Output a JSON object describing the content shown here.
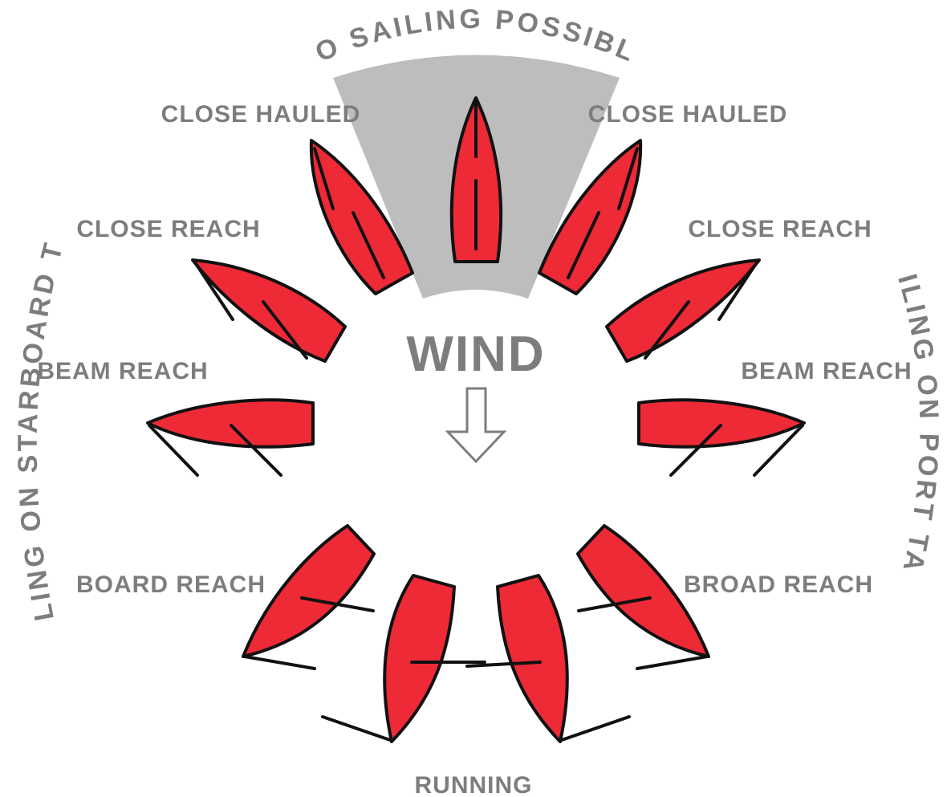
{
  "title_no_sailing": "NO SAILING POSSIBLE",
  "wind_label": "WIND",
  "side_left": "SAILING ON STARBOARD TACK",
  "side_right": "SAILING ON PORT TACK",
  "points": {
    "close_hauled_left": "CLOSE HAULED",
    "close_hauled_right": "CLOSE HAULED",
    "close_reach_left": "CLOSE REACH",
    "close_reach_right": "CLOSE REACH",
    "beam_reach_left": "BEAM REACH",
    "beam_reach_right": "BEAM REACH",
    "broad_reach_left": "BOARD REACH",
    "broad_reach_right": "BROAD REACH",
    "running": "RUNNING"
  },
  "colors": {
    "hull": "#ee2a36",
    "outline": "#111111",
    "label": "#7d7d7d",
    "no_go_zone": "#bdbdbd"
  }
}
